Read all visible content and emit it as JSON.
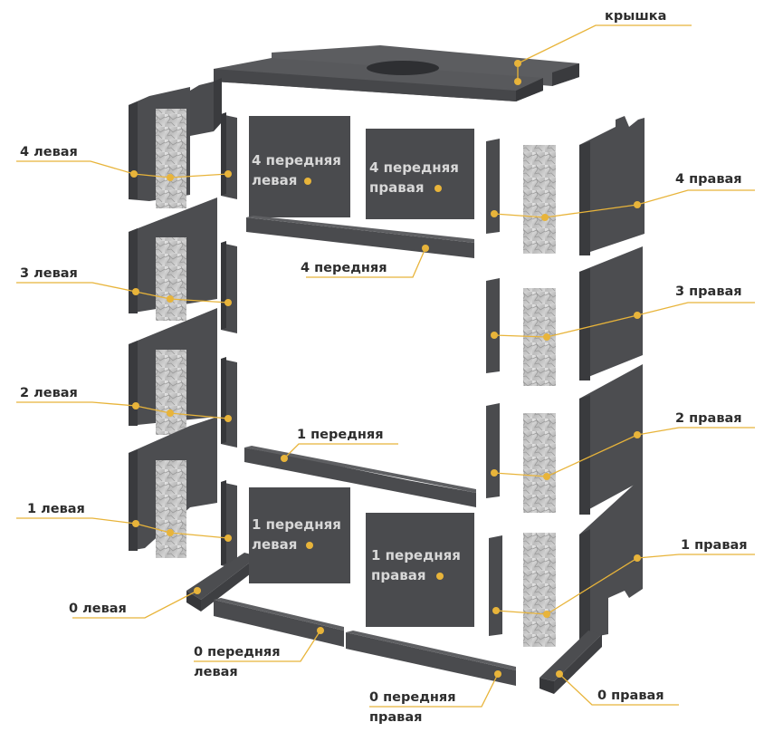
{
  "colors": {
    "leader": "#e8b43a",
    "panel": "#4a4b4e",
    "panel_dark": "#3a3b3e",
    "panel_light": "#5e5f62",
    "stone": "#d4d4d4",
    "label": "#2d2d2d",
    "label_on_panel": "#d8d8d8"
  },
  "labels": {
    "kryshka": "крышка",
    "left4": "4 левая",
    "left3": "3 левая",
    "left2": "2 левая",
    "left1": "1 левая",
    "left0": "0 левая",
    "right4": "4 правая",
    "right3": "3 правая",
    "right2": "2 правая",
    "right1": "1 правая",
    "right0": "0 правая",
    "front4": "4 передняя",
    "front1": "1 передняя",
    "front4_left_l1": "4 передняя",
    "front4_left_l2": "левая",
    "front4_right_l1": "4 передняя",
    "front4_right_l2": "правая",
    "front1_left_l1": "1 передняя",
    "front1_left_l2": "левая",
    "front1_right_l1": "1 передняя",
    "front1_right_l2": "правая",
    "front0_left_l1": "0 передняя",
    "front0_left_l2": "левая",
    "front0_right_l1": "0 передняя",
    "front0_right_l2": "правая"
  }
}
